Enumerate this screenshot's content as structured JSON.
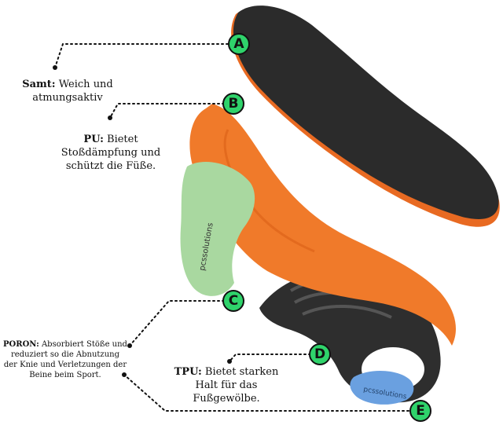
{
  "labels": {
    "a": {
      "title": "Samt:",
      "text": "Weich und atmungsaktiv"
    },
    "b": {
      "title": "PU:",
      "text": "Bietet Stoßdämpfung und schützt die Füße."
    },
    "c": {
      "title": "PORON:",
      "text": "Absorbiert Stöße und reduziert so die Abnutzung der Knie und Verletzungen der Beine beim Sport."
    },
    "d": {
      "title": "TPU:",
      "text": "Bietet starken Halt für das Fußgewölbe."
    }
  },
  "badges": [
    "A",
    "B",
    "C",
    "D",
    "E"
  ],
  "logos": {
    "green": "pcssolutions",
    "blue": "pcssolutions"
  },
  "colors": {
    "badge": "#2fd36b",
    "top_layer": "#2b2b2b",
    "pu": "#f07a2a",
    "poron_green": "#a9d8a0",
    "tpu": "#333333",
    "poron_blue": "#6aa0e0"
  }
}
